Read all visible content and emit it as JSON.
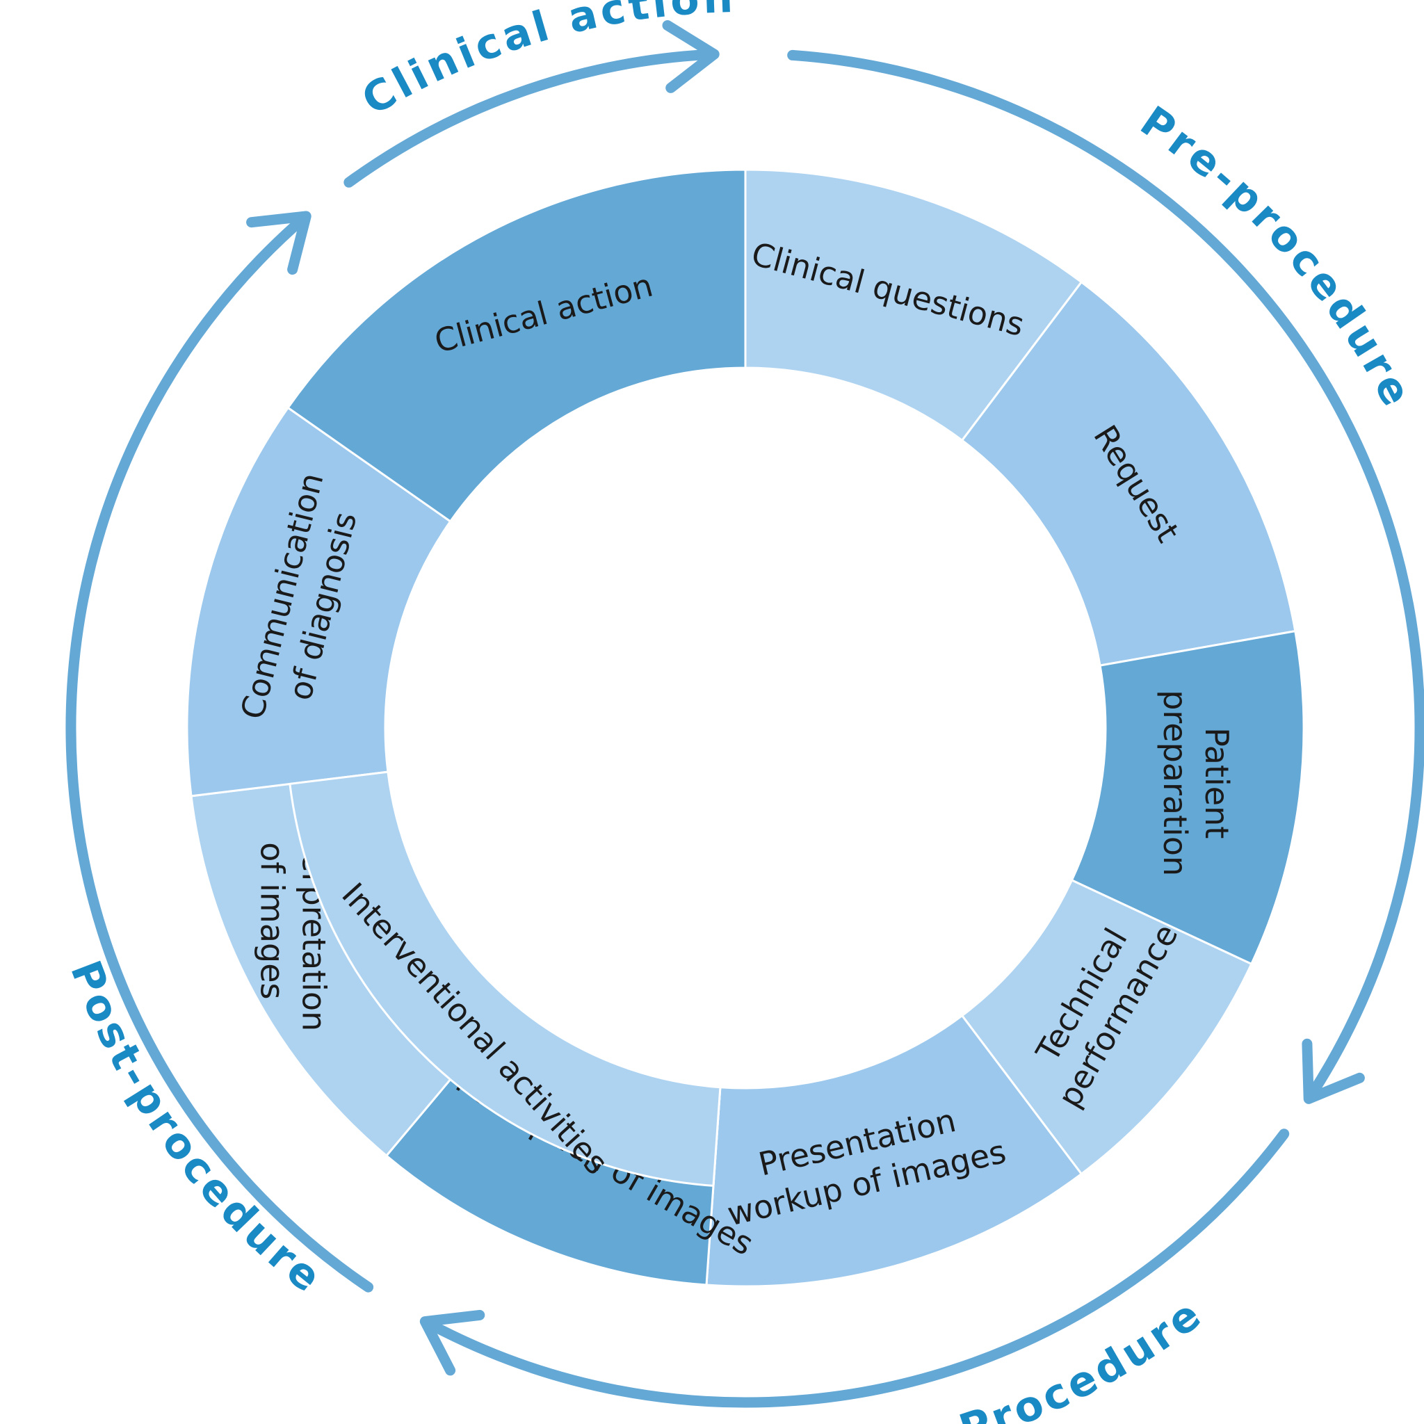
{
  "colors": {
    "dark": "#64A8D6",
    "medium": "#9BC8EC",
    "light": "#AED3F1",
    "arrow": "#64A8D6",
    "phase_text": "#1A8AC4",
    "divider": "#FFFFFF",
    "text": "#1A1A1A"
  },
  "segments": [
    {
      "label": "Clinical questions",
      "shade": "light"
    },
    {
      "label": "Request",
      "shade": "medium"
    },
    {
      "label": "Patient preparation",
      "shade": "dark"
    },
    {
      "label": "Technical performance",
      "shade": "light"
    },
    {
      "label": "Presentation workup of images",
      "shade": "medium"
    },
    {
      "label": "Perception of images",
      "shade": "dark"
    },
    {
      "label": "Interpretation of images",
      "shade": "light"
    },
    {
      "label": "Communication of diagnosis",
      "shade": "medium"
    },
    {
      "label": "Clinical action",
      "shade": "dark"
    }
  ],
  "inner_overlay": {
    "label": "Interventional activities",
    "shade": "light"
  },
  "phases": [
    {
      "label": "Clinical action"
    },
    {
      "label": "Pre-procedure"
    },
    {
      "label": "Procedure"
    },
    {
      "label": "Post-procedure"
    }
  ]
}
